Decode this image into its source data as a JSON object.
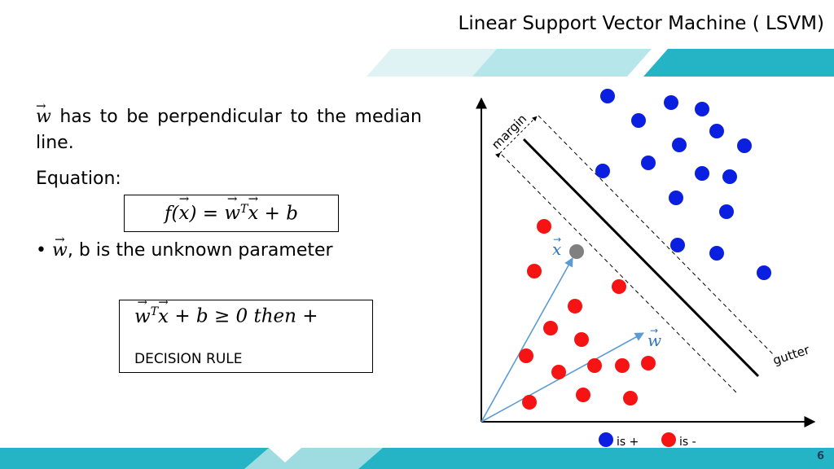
{
  "slide": {
    "title": "Linear Support Vector Machine ( LSVM)",
    "page_number": "6"
  },
  "text": {
    "para1_rest": "has to be perpendicular to the median line.",
    "equation_label": "Equation:",
    "bullet_rest": "b is the unknown parameter",
    "decision_rule": "DECISION RULE"
  },
  "plot": {
    "label_margin": "margin",
    "label_gutter": "gutter",
    "legend_plus": "is +",
    "legend_minus": "is -",
    "colors": {
      "positive": "#0a1fe0",
      "negative": "#f51313",
      "query": "#808080",
      "vector": "#5b9bd5",
      "vector_label": "#2e75b6",
      "axis": "#000000"
    },
    "positive_points": [
      [
        746,
        118
      ],
      [
        824,
        126
      ],
      [
        862,
        134
      ],
      [
        784,
        148
      ],
      [
        880,
        161
      ],
      [
        834,
        178
      ],
      [
        914,
        179
      ],
      [
        796,
        200
      ],
      [
        740,
        210
      ],
      [
        862,
        213
      ],
      [
        896,
        217
      ],
      [
        830,
        243
      ],
      [
        892,
        260
      ],
      [
        832,
        301
      ],
      [
        880,
        311
      ],
      [
        938,
        335
      ]
    ],
    "negative_points": [
      [
        668,
        278
      ],
      [
        656,
        333
      ],
      [
        760,
        352
      ],
      [
        706,
        376
      ],
      [
        676,
        403
      ],
      [
        714,
        417
      ],
      [
        646,
        437
      ],
      [
        730,
        449
      ],
      [
        764,
        449
      ],
      [
        796,
        446
      ],
      [
        686,
        457
      ],
      [
        716,
        485
      ],
      [
        650,
        494
      ],
      [
        774,
        489
      ]
    ],
    "query_point": [
      708,
      309
    ]
  },
  "theme": {
    "band_light": "#dff3f5",
    "band_mid": "#9fdce2",
    "band_dark": "#25b4c5"
  }
}
